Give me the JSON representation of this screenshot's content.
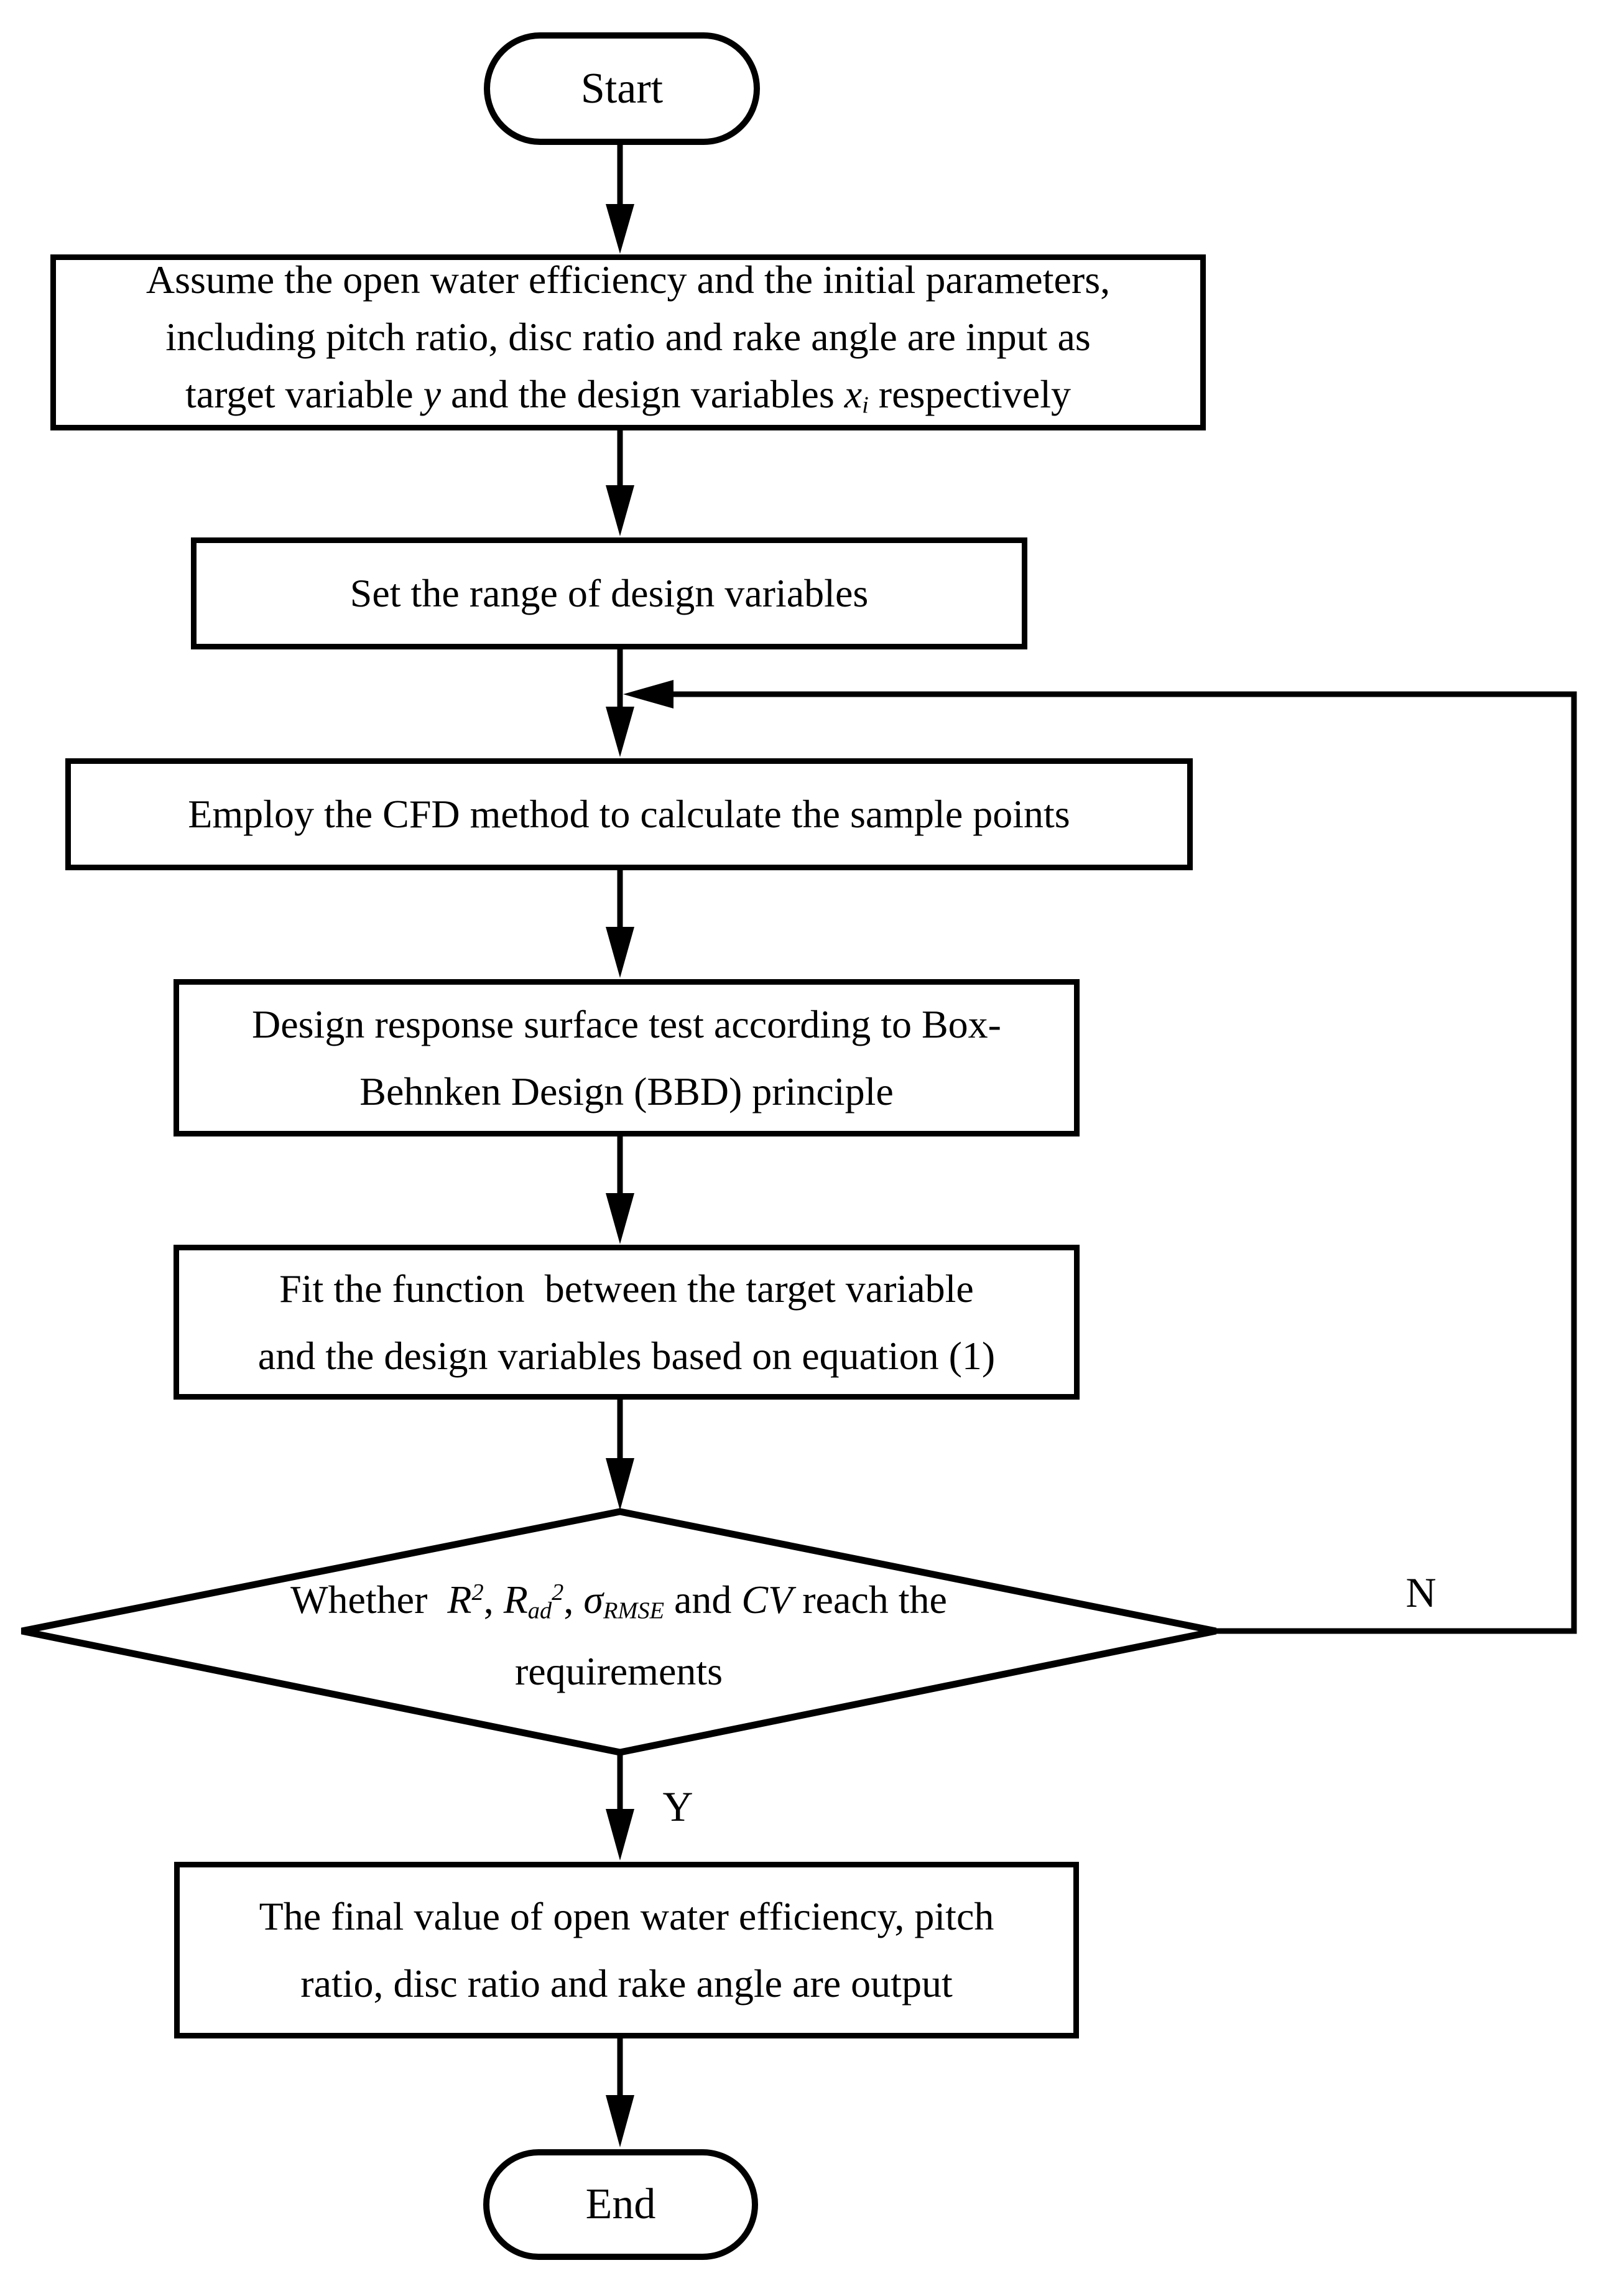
{
  "page": {
    "colors": {
      "ink": "#000000",
      "background": "#ffffff"
    }
  },
  "flow": {
    "start_label": "Start",
    "end_label": "End",
    "branch_labels": {
      "yes": "Y",
      "no": "N"
    },
    "nodes": {
      "assume": {
        "lines": [
          "Assume the open water efficiency and the initial parameters,",
          "including pitch ratio, disc ratio and rake angle are input as",
          [
            {
              "t": "target variable "
            },
            {
              "t": "y",
              "i": 1
            },
            {
              "t": " and the design variables "
            },
            {
              "t": "x",
              "i": 1
            },
            {
              "t": "i",
              "i": 1,
              "sub": 1
            },
            {
              "t": " respectively"
            }
          ]
        ]
      },
      "set_range": {
        "lines": [
          "Set the range of design variables"
        ]
      },
      "cfd": {
        "lines": [
          "Employ the CFD method to calculate the sample points"
        ]
      },
      "bbd": {
        "lines": [
          "Design response surface test according to Box-",
          "Behnken Design (BBD) principle"
        ]
      },
      "fit": {
        "lines": [
          "Fit the function  between the target variable",
          "and the design variables based on equation (1)"
        ]
      },
      "decision": {
        "lines": [
          [
            {
              "t": "Whether  "
            },
            {
              "t": "R",
              "i": 1
            },
            {
              "t": "2",
              "i": 1,
              "sup": 1
            },
            {
              "t": ", "
            },
            {
              "t": "R",
              "i": 1
            },
            {
              "t": "ad",
              "i": 1,
              "sub": 1
            },
            {
              "t": "2",
              "i": 1,
              "sup": 1
            },
            {
              "t": ", "
            },
            {
              "t": "σ",
              "i": 1
            },
            {
              "t": "RMSE",
              "i": 1,
              "sub": 1
            },
            {
              "t": " and "
            },
            {
              "t": "CV",
              "i": 1
            },
            {
              "t": " reach the"
            }
          ],
          "requirements"
        ]
      },
      "output": {
        "lines": [
          "The final value of open water efficiency, pitch",
          "ratio, disc ratio and rake angle are output"
        ]
      }
    }
  }
}
